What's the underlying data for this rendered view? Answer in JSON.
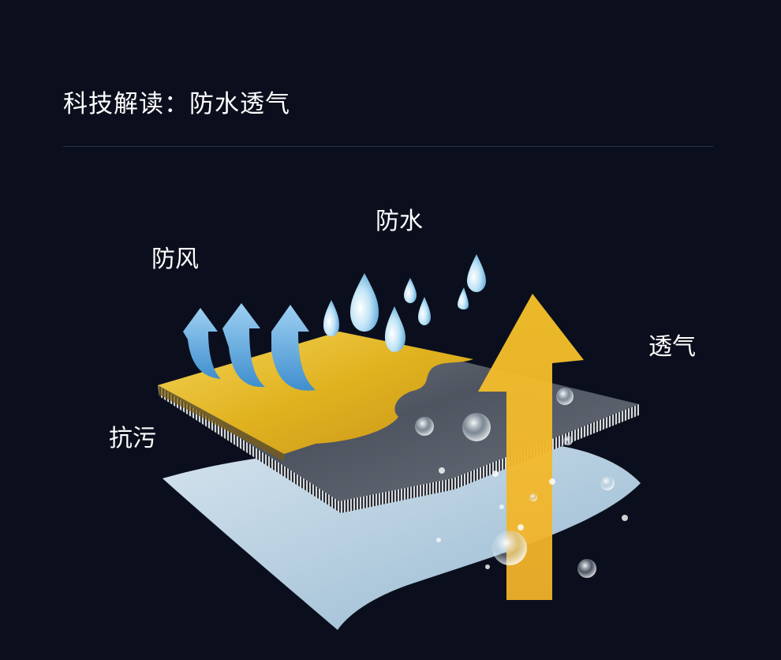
{
  "header": {
    "title": "科技解读：防水透气"
  },
  "features": {
    "waterproof": "防水",
    "windproof": "防风",
    "breathable": "透气",
    "stain_resistant": "抗污"
  },
  "colors": {
    "background": "#0b0f1d",
    "coating_gold": "#e3b722",
    "membrane_gray": "#5c6370",
    "base_fabric": "#c5dceb",
    "wind_arrow": "#64b2e6",
    "breath_arrow": "#f3b21a"
  }
}
